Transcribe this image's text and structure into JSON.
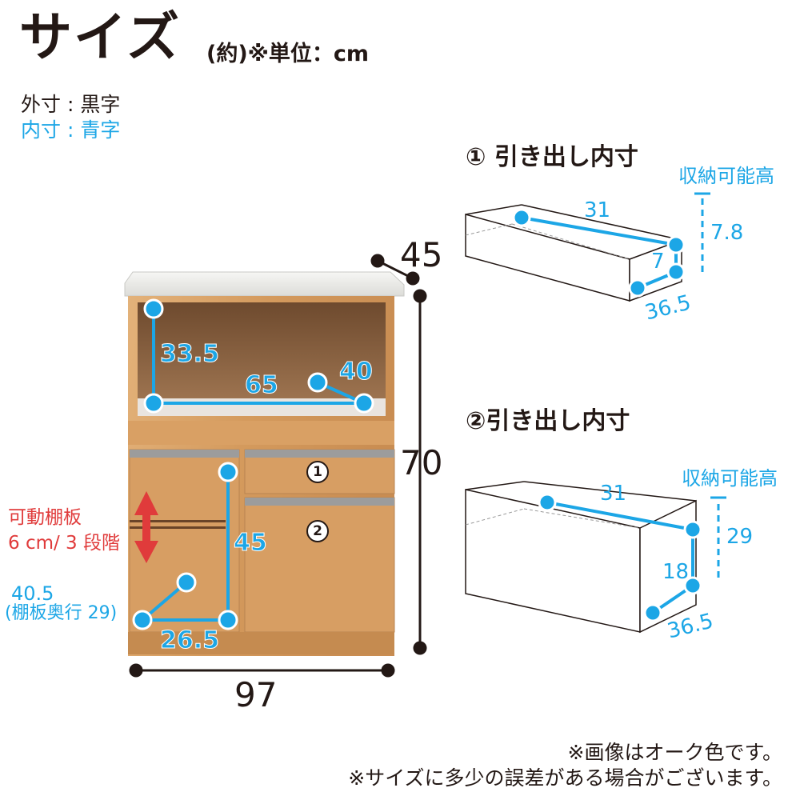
{
  "header": {
    "title": "サイズ",
    "unit_note": "(約)※単位：cm"
  },
  "legend": {
    "outer": "外寸 : 黒字",
    "inner": "内寸 : 青字"
  },
  "cabinet": {
    "depth": "45",
    "height": "70",
    "width": "97",
    "open_height": "33.5",
    "open_width": "65",
    "open_depth": "40",
    "cabinet_inner_height": "45",
    "cabinet_inner_width": "26.5",
    "shelf_depth_main": "40.5",
    "shelf_depth_sub": "(棚板奥行 29)",
    "shelf_note_line1": "可動棚板",
    "shelf_note_line2": "6 cm/ 3 段階",
    "drawer1_marker": "1",
    "drawer2_marker": "2"
  },
  "drawer1": {
    "title": "① 引き出し内寸",
    "storage_label": "収納可能高",
    "width": "31",
    "storable_height": "7.8",
    "height": "7",
    "depth": "36.5"
  },
  "drawer2": {
    "title": "②引き出し内寸",
    "storage_label": "収納可能高",
    "width": "31",
    "storable_height": "29",
    "height": "18",
    "depth": "36.5"
  },
  "notes": {
    "line1": "※画像はオーク色です。",
    "line2": "※サイズに多少の誤差がある場合がございます。"
  },
  "colors": {
    "inner_dimension": "#1ca6e6",
    "outer_dimension": "#231815",
    "movable_shelf": "#e03b3b",
    "wood": "#d79e63"
  }
}
